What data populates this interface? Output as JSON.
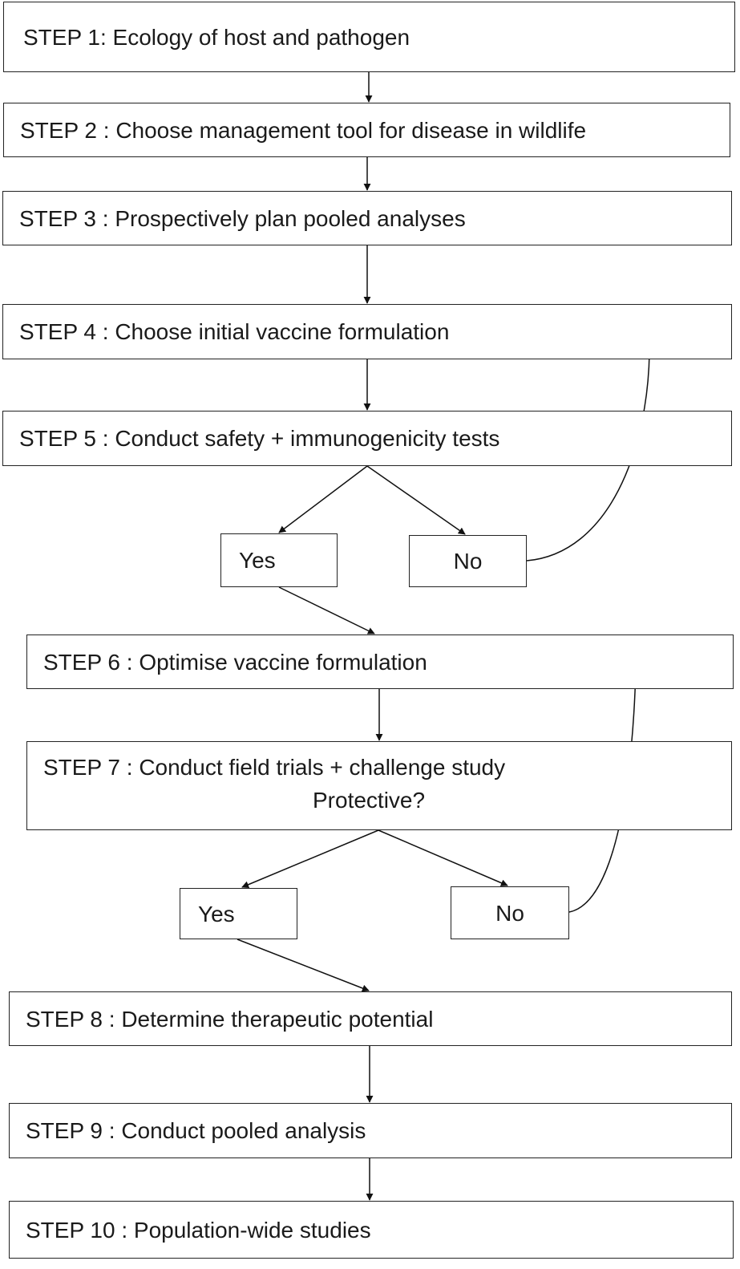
{
  "steps": {
    "s1": "STEP  1: Ecology of host and pathogen",
    "s2": "STEP 2 : Choose management tool for disease in wildlife",
    "s3": "STEP 3 : Prospectively plan pooled analyses",
    "s4": "STEP 4 : Choose initial vaccine formulation",
    "s5": "STEP 5 : Conduct safety + immunogenicity tests",
    "s6": "STEP 6 : Optimise vaccine formulation",
    "s7": "STEP 7 : Conduct field trials + challenge study",
    "s7_question": "Protective?",
    "s8": "STEP 8 : Determine therapeutic potential",
    "s9": "STEP 9 : Conduct pooled analysis",
    "s10": "STEP 10 : Population-wide studies"
  },
  "decisions": {
    "d5_yes": "Yes",
    "d5_no": "No",
    "d7_yes": "Yes",
    "d7_no": "No"
  }
}
